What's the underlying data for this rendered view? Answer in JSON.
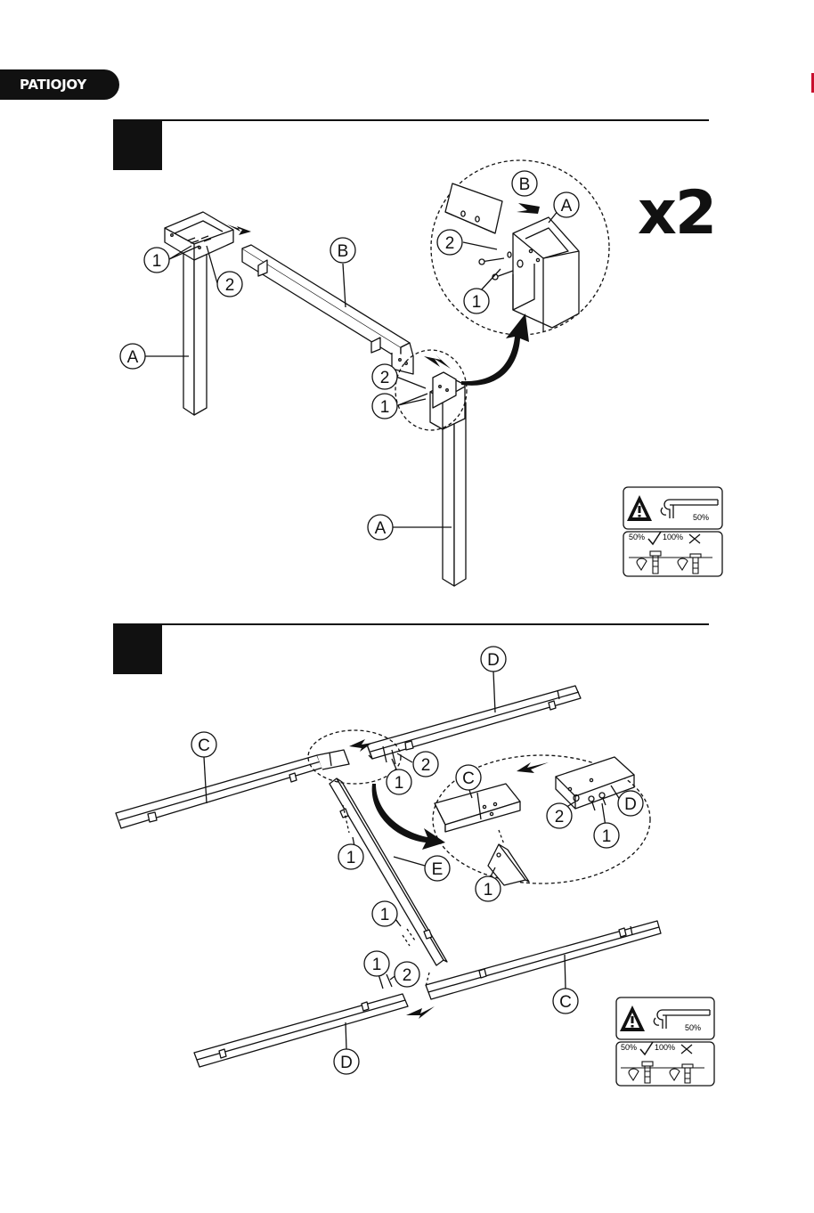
{
  "brand": {
    "logo_text": "PATIOJOY"
  },
  "step1": {
    "multiplier": "x2",
    "callouts": {
      "leg_left": "A",
      "leg_right": "A",
      "rail": "B",
      "zoom_rail": "B",
      "zoom_leg": "A",
      "screw_left": "1",
      "washer_left": "2",
      "screw_mid": "1",
      "washer_mid": "2",
      "zoom_washer": "2",
      "zoom_screw": "1"
    },
    "warning": {
      "torque": "50%",
      "ok_label": "50%",
      "bad_label": "100%"
    }
  },
  "step2": {
    "callouts": {
      "rail_c_left": "C",
      "rail_c_right": "C",
      "rail_d_top": "D",
      "rail_d_bottom": "D",
      "brace_e": "E",
      "screw_top": "1",
      "washer_top": "2",
      "zoom_c": "C",
      "zoom_d": "D",
      "zoom_washer": "2",
      "zoom_screw": "1",
      "zoom_screw_low": "1",
      "brace_screw_a": "1",
      "brace_screw_b": "1",
      "screw_bottom": "1",
      "washer_bottom": "2"
    },
    "warning": {
      "torque": "50%",
      "ok_label": "50%",
      "bad_label": "100%"
    }
  },
  "colors": {
    "ink": "#111111",
    "paper": "#ffffff",
    "accent": "#c8102e"
  }
}
